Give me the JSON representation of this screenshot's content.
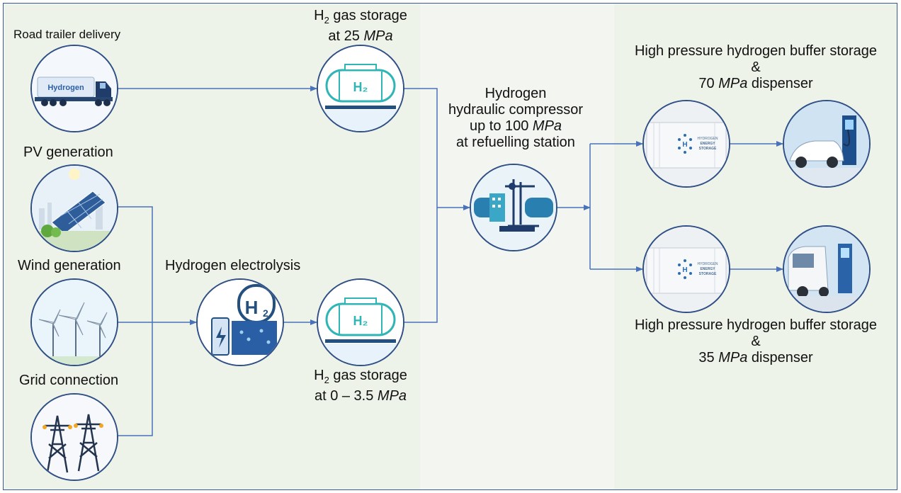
{
  "labels": {
    "road_trailer": "Road trailer delivery",
    "pv": "PV generation",
    "wind": "Wind generation",
    "grid": "Grid connection",
    "electrolysis": "Hydrogen electrolysis",
    "storage_top_h": "H",
    "storage_top_sub": "2",
    "storage_top_line1_rest": " gas storage",
    "storage_top_line2_pre": "at 25 ",
    "storage_top_line2_unit": "MPa",
    "storage_bottom_h": "H",
    "storage_bottom_sub": "2",
    "storage_bottom_line1_rest": " gas storage",
    "storage_bottom_line2_pre": "at 0 – 3.5 ",
    "storage_bottom_line2_unit": "MPa",
    "compressor_line1": "Hydrogen",
    "compressor_line2": "hydraulic compressor",
    "compressor_line3_pre": "up to 100 ",
    "compressor_line3_unit": "MPa",
    "compressor_line4": "at refuelling station",
    "buffer70_line1": "High pressure hydrogen buffer storage",
    "buffer70_line2": "&",
    "buffer70_line3_pre": "70 ",
    "buffer70_line3_unit": "MPa",
    "buffer70_line3_post": " dispenser",
    "buffer35_line1": "High pressure hydrogen buffer storage",
    "buffer35_line2": "&",
    "buffer35_line3_pre": "35 ",
    "buffer35_line3_unit": "MPa",
    "buffer35_line3_post": " dispenser"
  },
  "icon_text": {
    "truck": "Hydrogen",
    "tank": "H₂",
    "electrolyser": "H",
    "electrolyser_sub": "2",
    "buffer_label_1": "HYDROGEN",
    "buffer_label_2": "ENERGY",
    "buffer_label_3": "STORAGE"
  },
  "colors": {
    "line": "#4a72b8",
    "node_border": "#2f4f86",
    "panel_green": "#eef3e9",
    "panel_grey": "#f3f5f1",
    "tank": "#2fb5b5"
  }
}
